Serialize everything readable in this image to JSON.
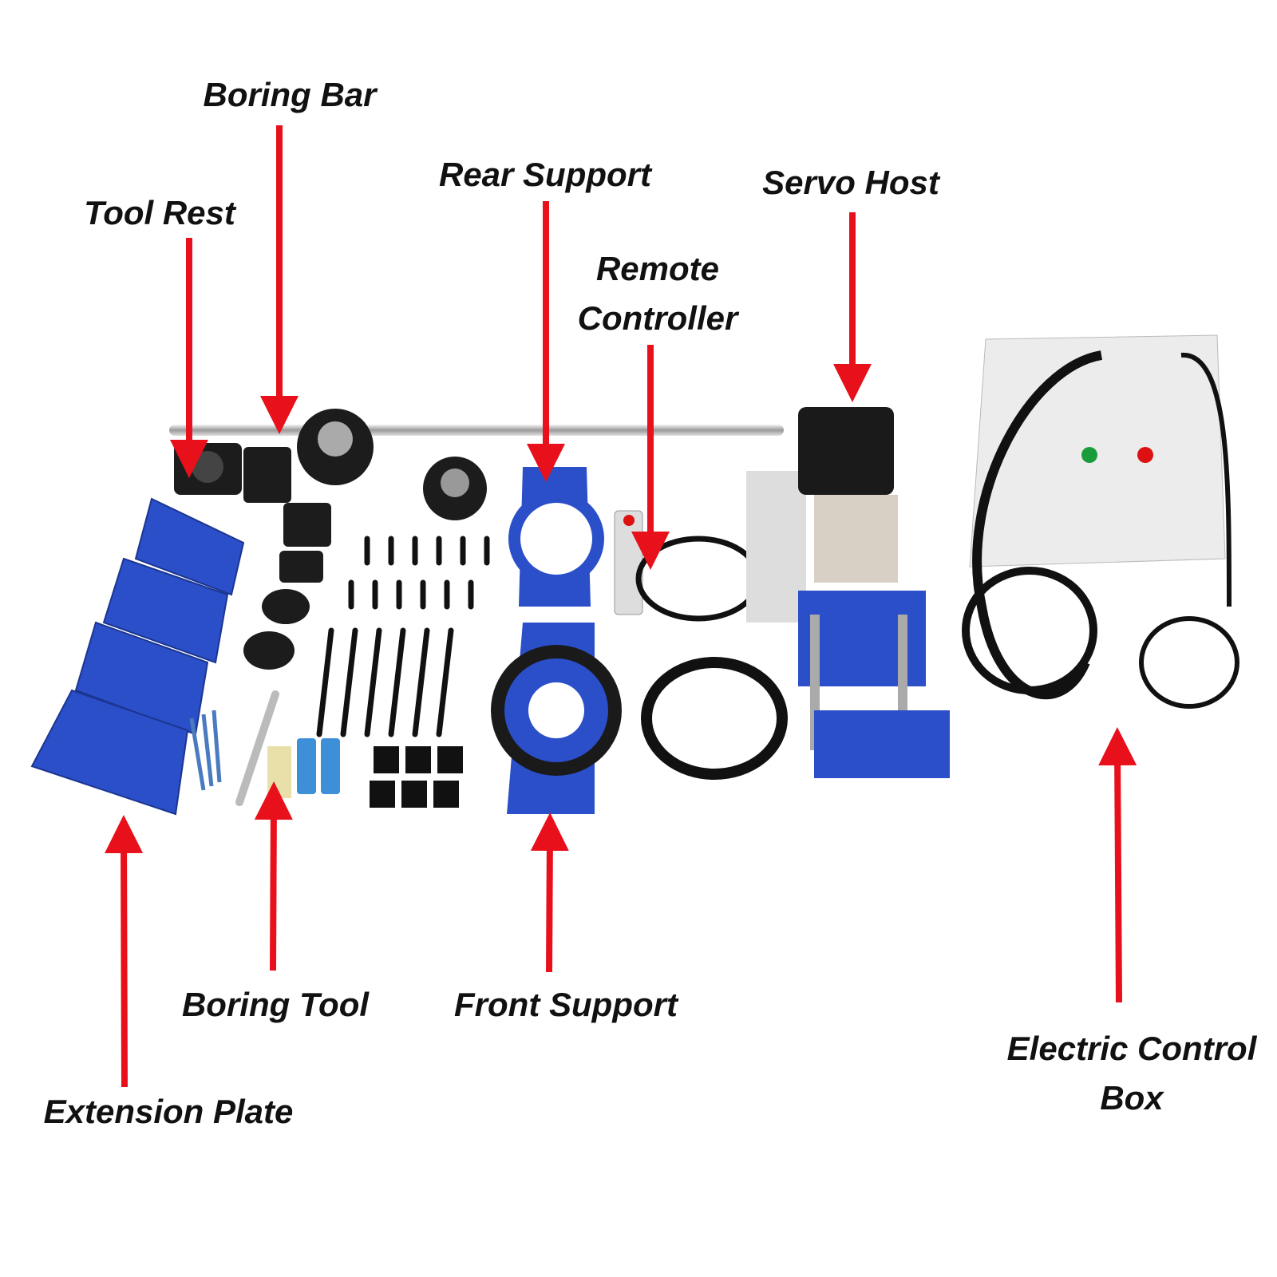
{
  "title": "Portable Line Boring Machine Components",
  "labels": {
    "boring_bar": "Boring Bar",
    "tool_rest": "Tool Rest",
    "rear_support": "Rear Support",
    "servo_host": "Servo Host",
    "remote_controller_line1": "Remote",
    "remote_controller_line2": "Controller",
    "extension_plate": "Extension Plate",
    "boring_tool": "Boring Tool",
    "front_support": "Front Support",
    "electric_control_box_line1": "Electric Control",
    "electric_control_box_line2": "Box"
  },
  "colors": {
    "arrow": "#e8101a",
    "part_blue": "#2a4fc9",
    "part_black": "#1a1a1a",
    "box_white": "#ececec"
  }
}
